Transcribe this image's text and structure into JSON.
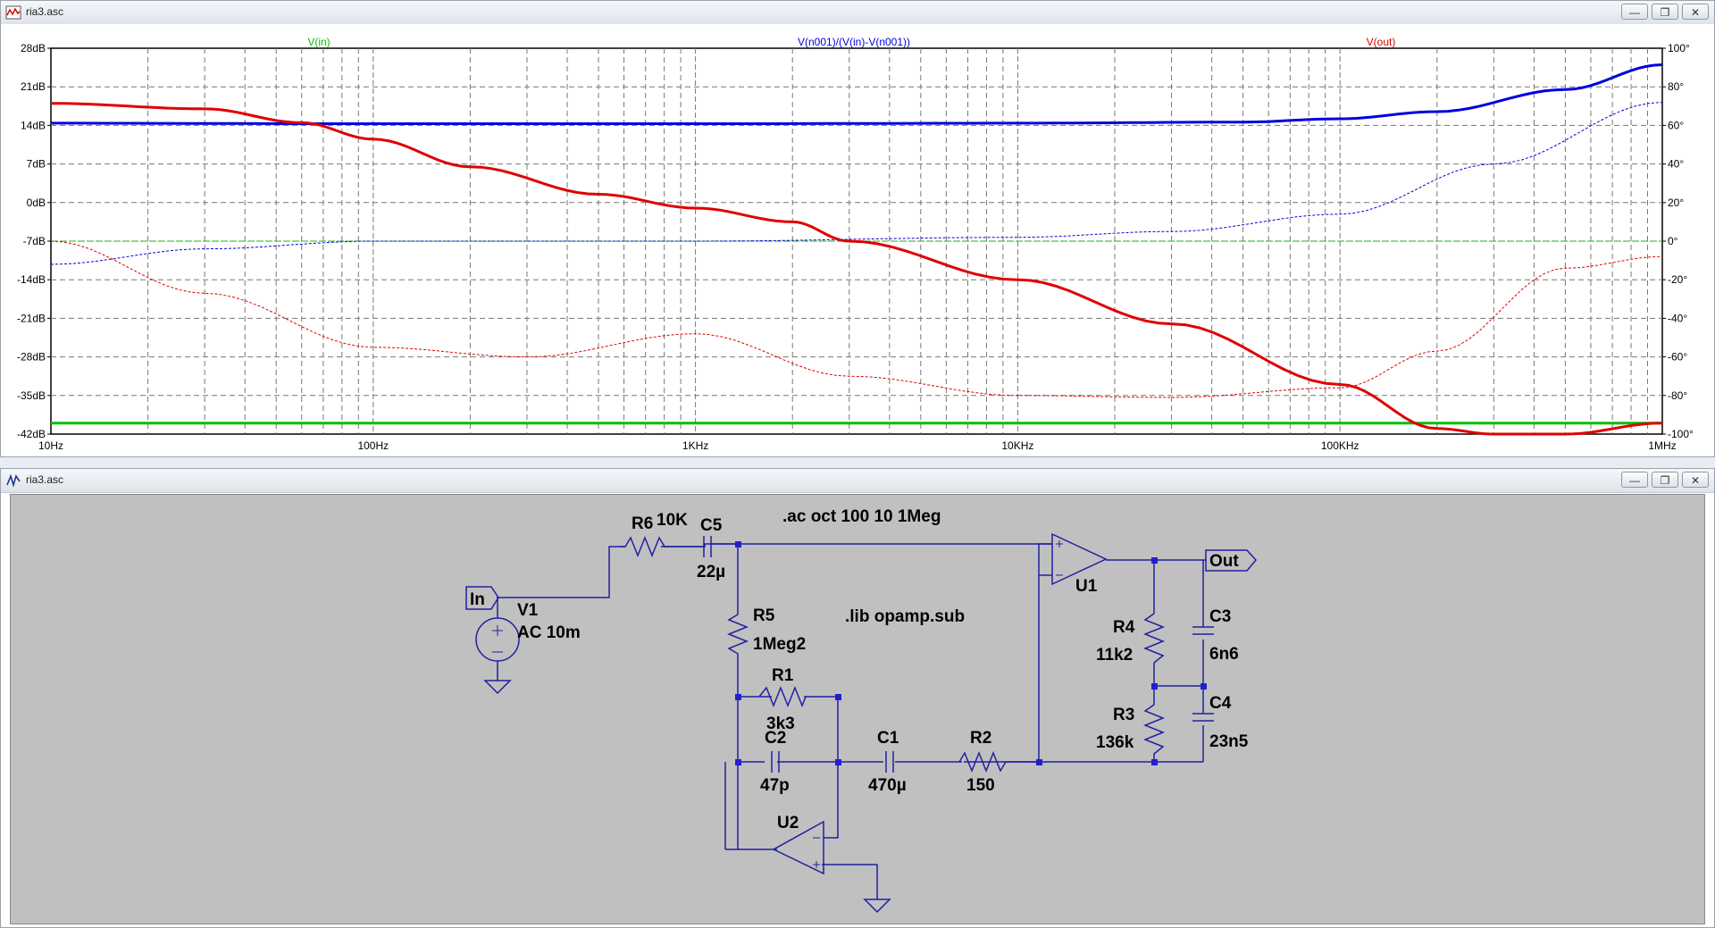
{
  "plot_window": {
    "title": "ria3.asc",
    "buttons": {
      "minimize": "—",
      "restore": "❐",
      "close": "✕"
    }
  },
  "schematic_window": {
    "title": "ria3.asc",
    "buttons": {
      "minimize": "—",
      "restore": "❐",
      "close": "✕"
    }
  },
  "chart_data": {
    "type": "line",
    "x_scale": "log",
    "xlim": [
      10,
      1000000
    ],
    "x_tick_labels": [
      "10Hz",
      "100Hz",
      "1KHz",
      "10KHz",
      "100KHz",
      "1MHz"
    ],
    "left_axis": {
      "ylim": [
        -42,
        28
      ],
      "tick_labels": [
        "28dB",
        "21dB",
        "14dB",
        "7dB",
        "0dB",
        "-7dB",
        "-14dB",
        "-21dB",
        "-28dB",
        "-35dB",
        "-42dB"
      ]
    },
    "right_axis": {
      "ylim": [
        -100,
        100
      ],
      "tick_labels": [
        "100°",
        "80°",
        "60°",
        "40°",
        "20°",
        "0°",
        "-20°",
        "-40°",
        "-60°",
        "-80°",
        "-100°"
      ]
    },
    "grid": true,
    "legend": [
      "V(in)",
      "V(n001)/(V(in)-V(n001))",
      "V(out)"
    ],
    "colors": {
      "V(in)": "#00c000",
      "V(n001)/(V(in)-V(n001))": "#0000e0",
      "V(out)": "#e00000"
    },
    "series": [
      {
        "name": "V(in)",
        "kind": "magnitude",
        "x": [
          10,
          1000000
        ],
        "y": [
          -40,
          -40
        ]
      },
      {
        "name": "V(in)",
        "kind": "phase",
        "x": [
          10,
          1000000
        ],
        "y": [
          0,
          0
        ]
      },
      {
        "name": "V(n001)/(V(in)-V(n001))",
        "kind": "magnitude",
        "x": [
          10,
          100,
          1000,
          10000,
          50000,
          100000,
          200000,
          500000,
          1000000
        ],
        "y": [
          14.4,
          14.3,
          14.3,
          14.4,
          14.6,
          15.2,
          16.5,
          20.5,
          25
        ]
      },
      {
        "name": "V(n001)/(V(in)-V(n001))",
        "kind": "phase",
        "x": [
          10,
          30,
          100,
          1000,
          10000,
          30000,
          100000,
          300000,
          1000000
        ],
        "y": [
          -12,
          -4,
          0,
          0,
          2,
          5,
          14,
          40,
          72
        ]
      },
      {
        "name": "V(out)",
        "kind": "magnitude",
        "x": [
          10,
          30,
          60,
          100,
          200,
          500,
          1000,
          2000,
          3000,
          10000,
          30000,
          100000,
          200000,
          300000,
          500000,
          1000000
        ],
        "y": [
          18,
          17,
          14.5,
          11.5,
          6.5,
          1.5,
          -1,
          -3.5,
          -7,
          -14,
          -22,
          -33,
          -41,
          -42,
          -42,
          -40
        ]
      },
      {
        "name": "V(out)",
        "kind": "phase",
        "x": [
          10,
          30,
          100,
          300,
          1000,
          3000,
          10000,
          30000,
          100000,
          200000,
          500000,
          1000000
        ],
        "y": [
          0,
          -27,
          -55,
          -60,
          -48,
          -70,
          -80,
          -81,
          -76,
          -57,
          -14,
          -8
        ]
      }
    ]
  },
  "schematic": {
    "labels": {
      "r6": "R6",
      "r6_val": "10K",
      "c5": "C5",
      "c5_val": "22µ",
      "directive_ac": ".ac oct 100 10 1Meg",
      "directive_lib": ".lib opamp.sub",
      "in_port": "In",
      "out_port": "Out",
      "v1": "V1",
      "v1_val": "AC 10m",
      "r5": "R5",
      "r5_val": "1Meg2",
      "r1": "R1",
      "r1_val": "3k3",
      "c2": "C2",
      "c2_val": "47p",
      "c1": "C1",
      "c1_val": "470µ",
      "r2": "R2",
      "r2_val": "150",
      "u1": "U1",
      "u2": "U2",
      "r4": "R4",
      "r4_val": "11k2",
      "r3": "R3",
      "r3_val": "136k",
      "c3": "C3",
      "c3_val": "6n6",
      "c4": "C4",
      "c4_val": "23n5"
    }
  }
}
